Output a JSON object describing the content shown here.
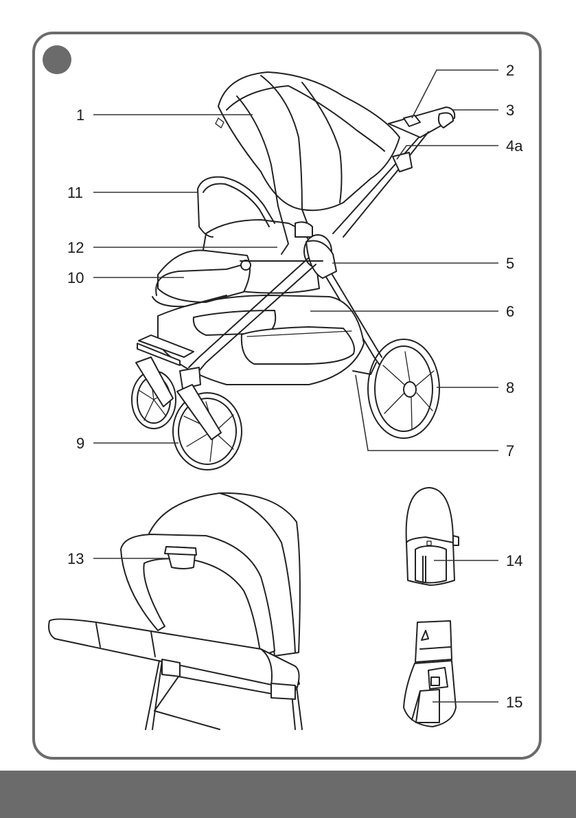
{
  "callouts": [
    {
      "id": "1",
      "text": "1"
    },
    {
      "id": "2",
      "text": "2"
    },
    {
      "id": "3",
      "text": "3"
    },
    {
      "id": "4a",
      "text": "4a"
    },
    {
      "id": "5",
      "text": "5"
    },
    {
      "id": "6",
      "text": "6"
    },
    {
      "id": "7",
      "text": "7"
    },
    {
      "id": "8",
      "text": "8"
    },
    {
      "id": "9",
      "text": "9"
    },
    {
      "id": "10",
      "text": "10"
    },
    {
      "id": "11",
      "text": "11"
    },
    {
      "id": "12",
      "text": "12"
    },
    {
      "id": "13",
      "text": "13"
    },
    {
      "id": "14",
      "text": "14"
    },
    {
      "id": "15",
      "text": "15"
    }
  ],
  "colors": {
    "frame": "#6b6b6b",
    "ink": "#222222",
    "footer": "#6b6b6b"
  },
  "icons": {
    "step_marker": "filled-circle-icon"
  }
}
